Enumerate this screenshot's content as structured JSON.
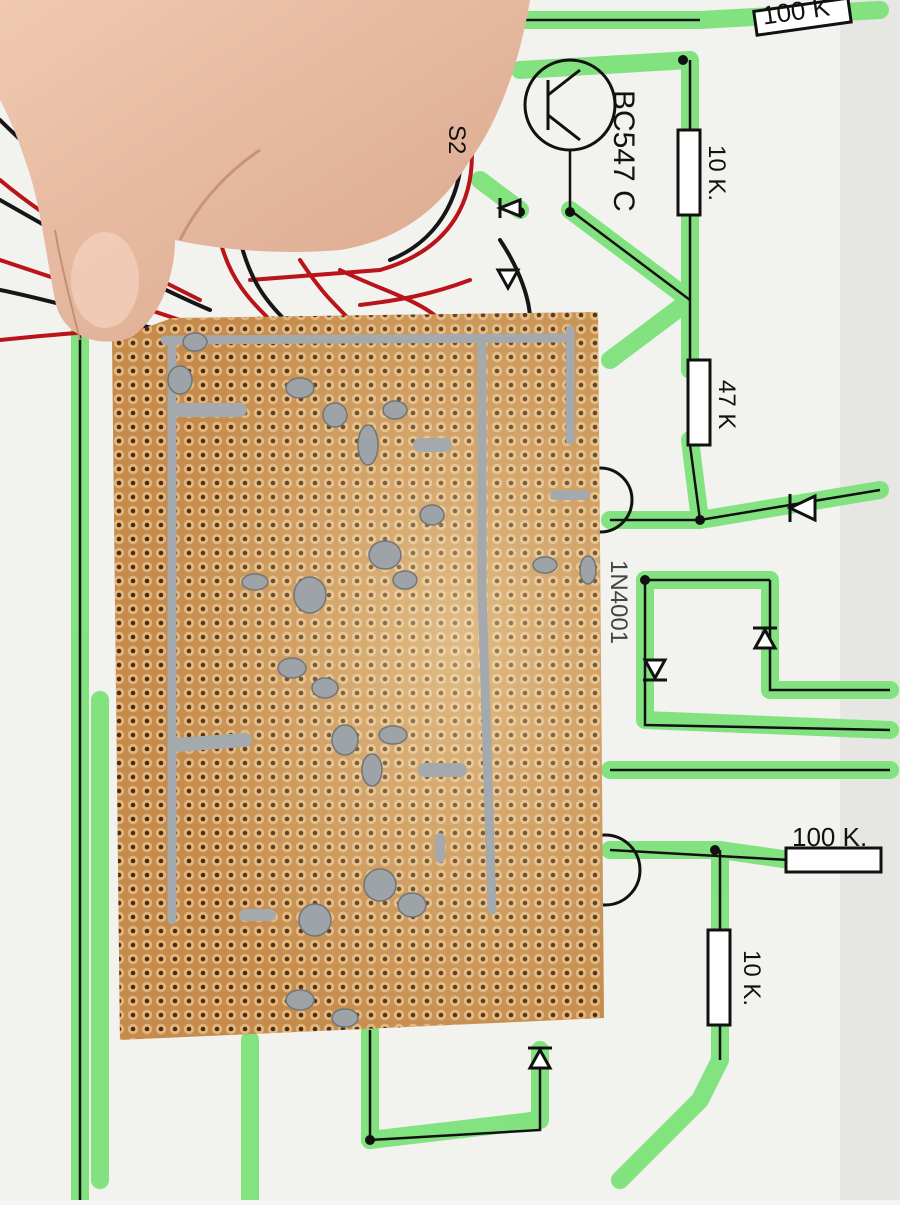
{
  "schematic": {
    "labels": {
      "s2": "S2",
      "transistor": "BC547 C",
      "r_top": "100 K",
      "r_10k_top": "10 K.",
      "r_47k": "47 K",
      "diode_partial": "1N4001",
      "r_100k_bottom": "100 K.",
      "r_10k_bottom": "10 K."
    },
    "highlight_color": "#7de27a",
    "line_color": "#111111"
  },
  "board": {
    "type": "perforated stripboard (solder side)",
    "color": "#cf9a5c",
    "solder_color": "#9aa0a6"
  }
}
